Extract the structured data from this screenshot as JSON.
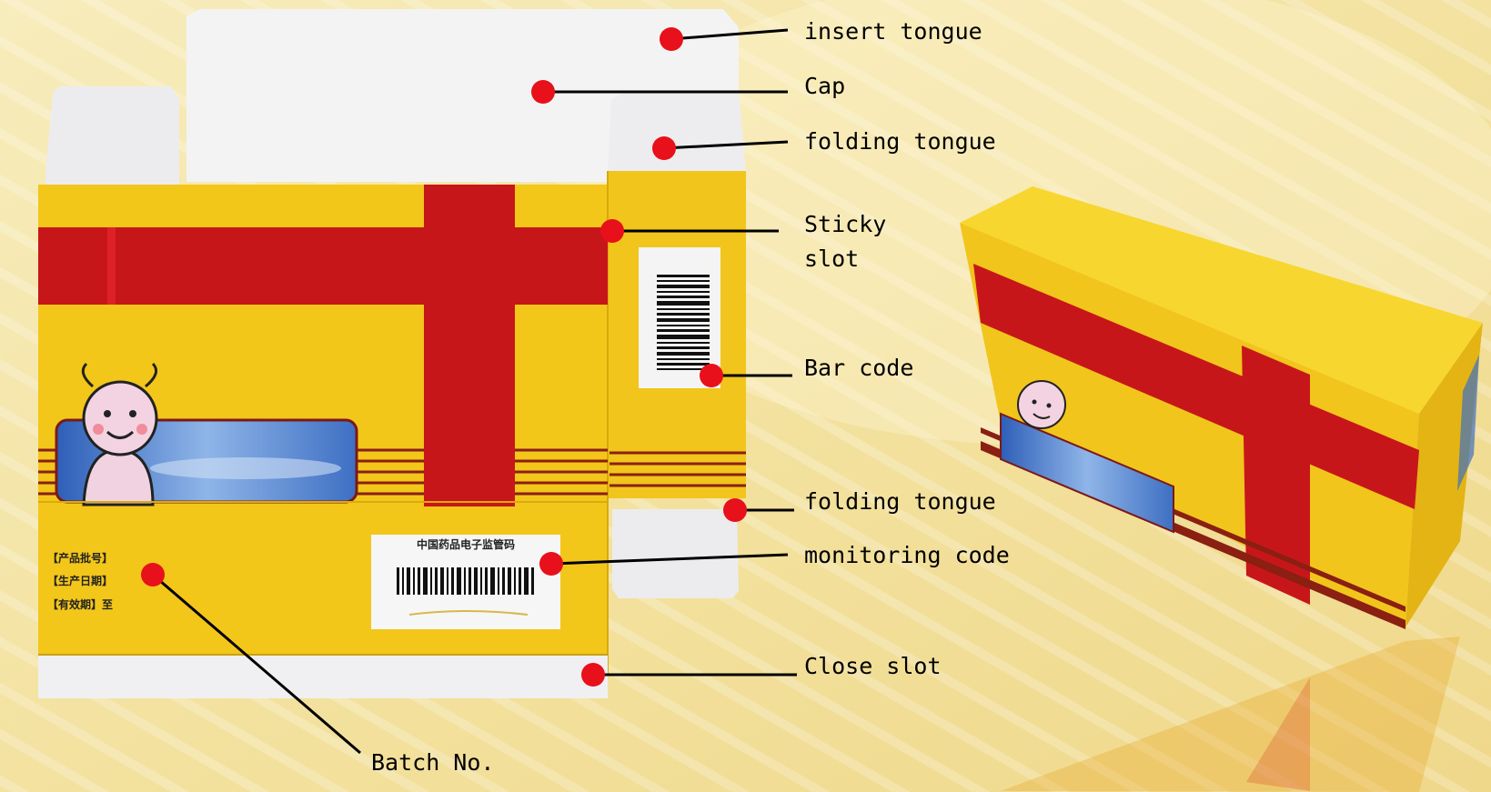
{
  "labels": {
    "insert_tongue": "insert tongue",
    "cap": "Cap",
    "folding_tongue_top": "folding tongue",
    "sticky_slot_line1": "Sticky",
    "sticky_slot_line2": "slot",
    "bar_code": "Bar code",
    "folding_tongue_bottom": "folding tongue",
    "monitoring_code": "monitoring code",
    "close_slot": "Close slot",
    "batch_no": "Batch No."
  },
  "box_text": {
    "batch_field": "【产品批号】",
    "production_date_field": "【生产日期】",
    "expiry_field": "【有效期】至",
    "monitoring_header": "中国药品电子监管码"
  },
  "colors": {
    "background": "#f4e5a6",
    "box_yellow": "#f3c61a",
    "box_red": "#c7161a",
    "stripe": "#8a1f12",
    "marker": "#e8101a",
    "leader": "#000000",
    "window_blue": "#3f6fc1"
  },
  "icons": {
    "mascot": "baby-face-icon",
    "barcode": "barcode-icon"
  }
}
